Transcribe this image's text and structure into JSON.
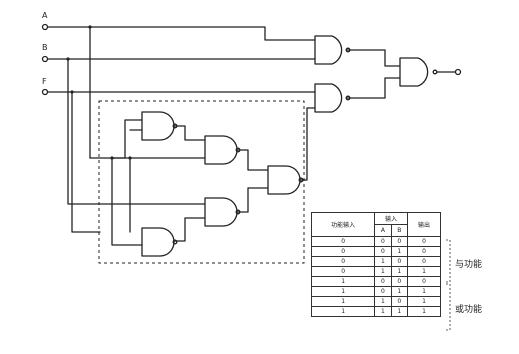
{
  "inputs": {
    "a": "A",
    "b": "B",
    "f": "F"
  },
  "truth_table": {
    "header_function": "功能输入",
    "header_inputs": "输入",
    "header_output": "输出",
    "sub_a": "A",
    "sub_b": "B",
    "rows": [
      [
        "0",
        "0",
        "0",
        "0"
      ],
      [
        "0",
        "0",
        "1",
        "0"
      ],
      [
        "0",
        "1",
        "0",
        "0"
      ],
      [
        "0",
        "1",
        "1",
        "1"
      ],
      [
        "1",
        "0",
        "0",
        "0"
      ],
      [
        "1",
        "0",
        "1",
        "1"
      ],
      [
        "1",
        "1",
        "0",
        "1"
      ],
      [
        "1",
        "1",
        "1",
        "1"
      ]
    ]
  },
  "side_labels": {
    "and_function": "与功能",
    "or_function": "或功能"
  }
}
